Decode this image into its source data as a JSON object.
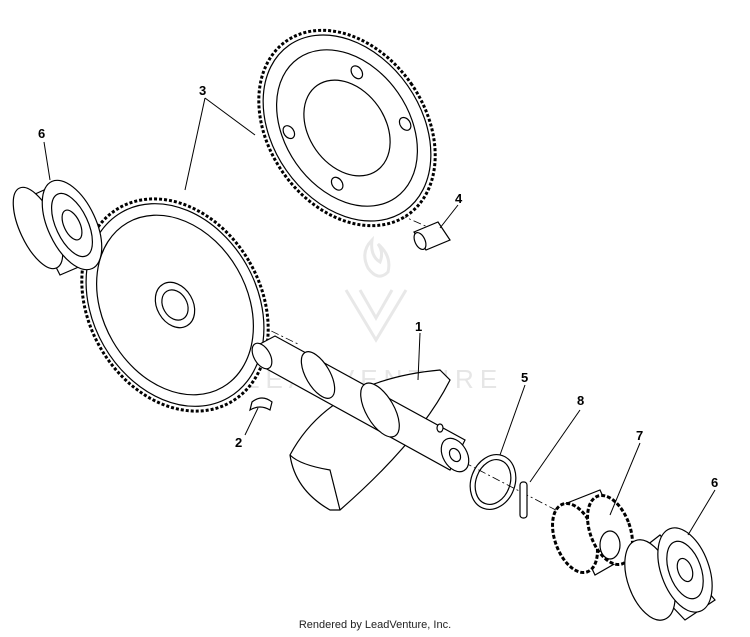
{
  "callouts": {
    "part_1": "1",
    "part_2": "2",
    "part_3": "3",
    "part_4": "4",
    "part_5": "5",
    "part_6_left": "6",
    "part_6_right": "6",
    "part_7": "7",
    "part_8": "8"
  },
  "watermark": "LEADVENTURE",
  "footer": "Rendered by LeadVenture, Inc.",
  "colors": {
    "line": "#000000",
    "watermark": "#e6e6e6",
    "background": "#ffffff"
  }
}
